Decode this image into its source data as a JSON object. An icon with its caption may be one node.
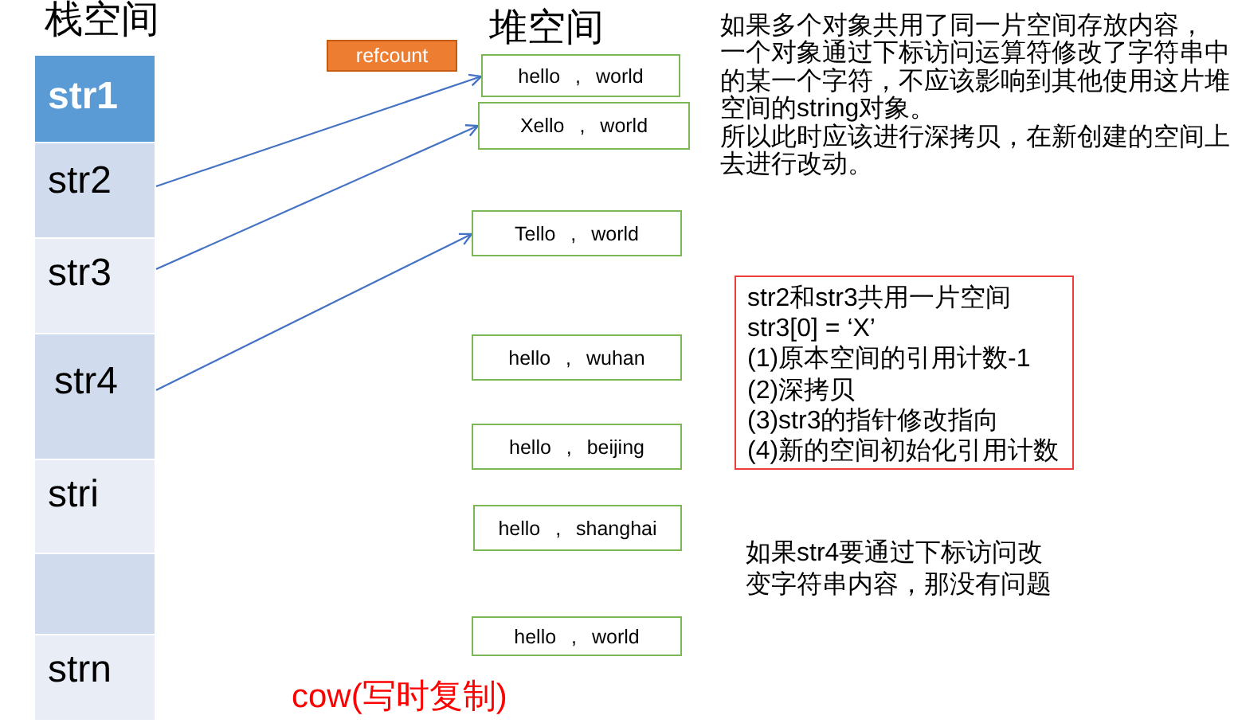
{
  "diagram": {
    "nodes": [
      {
        "text": [
          "str1"
        ]
      },
      {
        "text": [
          "str2"
        ]
      },
      {
        "text": [
          "str3"
        ]
      },
      {
        "text": [
          "str4"
        ]
      },
      {
        "text": [
          "stri"
        ]
      },
      {
        "text": [],
        "shape": "box"
      },
      {
        "text": [
          "strn"
        ]
      },
      {
        "text": [
          "refcount"
        ]
      },
      {
        "text": [
          "hello , world"
        ]
      },
      {
        "text": [
          "Xello , world"
        ]
      },
      {
        "text": [
          "Tello , world"
        ]
      },
      {
        "text": [
          "hello , wuhan"
        ]
      },
      {
        "text": [
          "hello , beijing"
        ]
      },
      {
        "text": [
          "hello , shanghai"
        ]
      },
      {
        "text": [
          "hello , world"
        ]
      },
      {
        "text": [
          "str2和str3共用一片空间",
          "str3[0] = ‘X’",
          "(1)原本空间的引用计数-1",
          "(2)深拷贝",
          "(3)str3的指针修改指向",
          "(4)新的空间初始化引用计数"
        ]
      }
    ],
    "edges": [
      {
        "from": 1,
        "to": 8,
        "arrow": "to"
      },
      {
        "from": 2,
        "to": 9,
        "arrow": "to"
      },
      {
        "from": 3,
        "to": 10,
        "arrow": "to"
      }
    ],
    "labels": [
      "栈空间",
      "堆空间",
      "如果多个对象共用了同一片空间存放内容，",
      "一个对象通过下标访问运算符修改了字符串中的某一个字符，不应该影响到其他使用这片堆空间的string对象。",
      "所以此时应该进行深拷贝，在新创建的空间上去进行改动。",
      "如果str4要通过下标访问改变字符串内容，那没有问题",
      "cow(写时复制)"
    ]
  }
}
